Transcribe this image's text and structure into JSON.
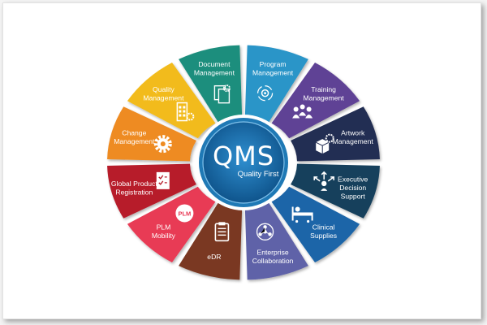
{
  "diagram": {
    "center": {
      "title": "QMS",
      "tagline": "Quality First",
      "colors": {
        "outer": "#1f79b5",
        "inner": "#0c4f86",
        "ring": "#ffffff"
      }
    },
    "segments": [
      {
        "id": "program-management",
        "lines": [
          "Program",
          "Management"
        ],
        "color": "#2b95c8",
        "icon": "gears-cycle-icon"
      },
      {
        "id": "training-management",
        "lines": [
          "Training",
          "Management"
        ],
        "color": "#5e4395",
        "icon": "team-icon"
      },
      {
        "id": "artwork-management",
        "lines": [
          "Artwork",
          "Management"
        ],
        "color": "#232d52",
        "icon": "box-gear-icon"
      },
      {
        "id": "executive-decision-support",
        "lines": [
          "Executive",
          "Decision",
          "Support"
        ],
        "color": "#16405c",
        "icon": "decision-arrows-icon"
      },
      {
        "id": "clinical-supplies",
        "lines": [
          "Clinical",
          "Supplies"
        ],
        "color": "#1c65a8",
        "icon": "hospital-bed-icon"
      },
      {
        "id": "enterprise-collaboration",
        "lines": [
          "Enterprise",
          "Collaboration"
        ],
        "color": "#5e62a8",
        "icon": "network-icon"
      },
      {
        "id": "edr",
        "lines": [
          "eDR"
        ],
        "color": "#7a3921",
        "icon": "clipboard-icon"
      },
      {
        "id": "plm-mobility",
        "lines": [
          "PLM",
          "Mobility"
        ],
        "color": "#e83a55",
        "icon": "plm-badge-icon",
        "badge": "PLM"
      },
      {
        "id": "global-product-registration",
        "lines": [
          "Global Product",
          "Registration"
        ],
        "color": "#b71e2b",
        "icon": "checklist-icon"
      },
      {
        "id": "change-management",
        "lines": [
          "Change",
          "Management"
        ],
        "color": "#ee8b22",
        "icon": "gear-icon"
      },
      {
        "id": "quality-management",
        "lines": [
          "Quality",
          "Management"
        ],
        "color": "#f2bb1a",
        "icon": "building-gear-icon"
      },
      {
        "id": "document-management",
        "lines": [
          "Document",
          "Management"
        ],
        "color": "#1e8e7d",
        "icon": "documents-icon"
      }
    ]
  }
}
